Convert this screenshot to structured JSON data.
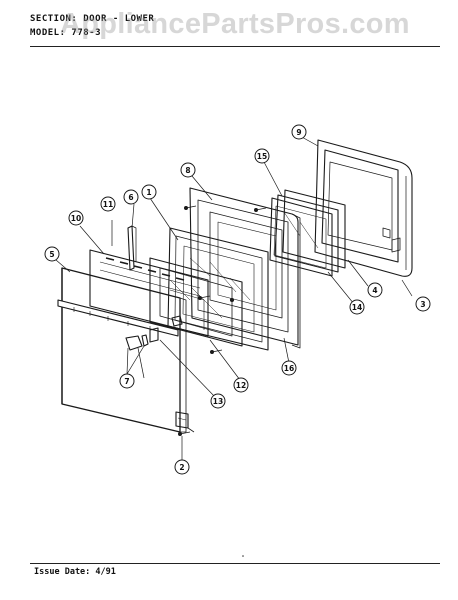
{
  "header": {
    "section_line": "SECTION: DOOR - LOWER",
    "model_line": "MODEL: 778-3"
  },
  "watermark": "AppliancePartsPros.com",
  "footer": {
    "issue_date": "Issue Date: 4/91"
  },
  "callouts": [
    {
      "id": "c1",
      "label": "1"
    },
    {
      "id": "c2",
      "label": "2"
    },
    {
      "id": "c3",
      "label": "3"
    },
    {
      "id": "c4",
      "label": "4"
    },
    {
      "id": "c5",
      "label": "5"
    },
    {
      "id": "c6",
      "label": "6"
    },
    {
      "id": "c7",
      "label": "7"
    },
    {
      "id": "c8",
      "label": "8"
    },
    {
      "id": "c9",
      "label": "9"
    },
    {
      "id": "c10",
      "label": "10"
    },
    {
      "id": "c11",
      "label": "11"
    },
    {
      "id": "c12",
      "label": "12"
    },
    {
      "id": "c13",
      "label": "13"
    },
    {
      "id": "c14",
      "label": "14"
    },
    {
      "id": "c15",
      "label": "15"
    },
    {
      "id": "c16",
      "label": "16"
    }
  ]
}
